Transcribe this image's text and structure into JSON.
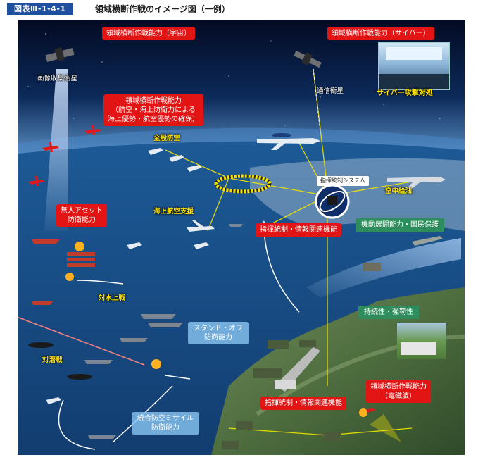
{
  "header": {
    "figure_number": "図表Ⅲ-1-4-1",
    "title": "領域横断作戦のイメージ図（一例）"
  },
  "labels": {
    "space_capability": "領域横断作戦能力（宇宙）",
    "cyber_capability": "領域横断作戦能力（サイバー）",
    "imaging_satellite": "画像収集衛星",
    "comm_satellite": "通信衛星",
    "cyber_response": "サイバー攻撃対処",
    "cross_domain_air_sea_line1": "領域横断作戦能力",
    "cross_domain_air_sea_line2": "（航空・海上防衛力による",
    "cross_domain_air_sea_line3": "海上優勢・航空優勢の確保）",
    "air_defense_all": "全般防空",
    "c2_system": "指揮統制システム",
    "aerial_refueling": "空中給油",
    "unmanned_defense_line1": "無人アセット",
    "unmanned_defense_line2": "防衛能力",
    "maritime_air_support": "海上航空支援",
    "c2_intel_upper": "指揮統制・情報関連機能",
    "mobile_deploy": "機動展開能力・国民保護",
    "anti_surface": "対水上戦",
    "sustainability": "持続性・強靭性",
    "standoff_line1": "スタンド・オフ",
    "standoff_line2": "防衛能力",
    "anti_submarine": "対潜戦",
    "em_capability_line1": "領域横断作戦能力",
    "em_capability_line2": "（電磁波）",
    "c2_intel_lower": "指揮統制・情報関連機能",
    "iamd_line1": "統合防空ミサイル",
    "iamd_line2": "防衛能力"
  },
  "colors": {
    "red_box": "#e31414",
    "green_box": "#2e8d5c",
    "blue_box": "#82beeb",
    "header_tag": "#1f4f9f",
    "link_line": "#f2e400"
  }
}
